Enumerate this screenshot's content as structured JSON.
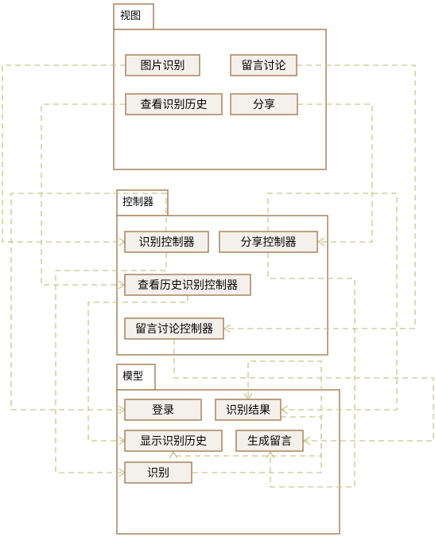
{
  "colors": {
    "package_stroke": "#a9845a",
    "class_fill": "#f4f1ec",
    "class_stroke": "#a9845a",
    "connector": "#c9c58a",
    "background": "#ffffff"
  },
  "packages": {
    "view": {
      "label": "视图",
      "classes": {
        "image_recognition": "图片识别",
        "message_discussion": "留言讨论",
        "view_history": "查看识别历史",
        "share": "分享"
      }
    },
    "controller": {
      "label": "控制器",
      "classes": {
        "recognition_controller": "识别控制器",
        "share_controller": "分享控制器",
        "history_controller": "查看历史识别控制器",
        "discussion_controller": "留言讨论控制器"
      }
    },
    "model": {
      "label": "模型",
      "classes": {
        "login": "登录",
        "recognition_result": "识别结果",
        "show_history": "显示识别历史",
        "create_message": "生成留言",
        "recognize": "识别"
      }
    }
  }
}
